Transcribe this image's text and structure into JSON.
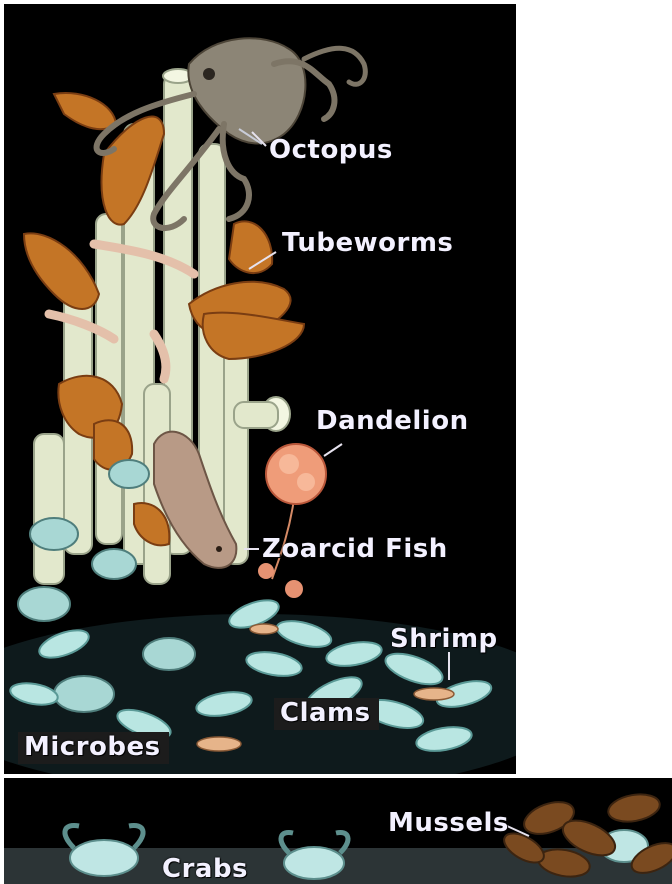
{
  "labels": {
    "octopus": "Octopus",
    "tubeworms": "Tubeworms",
    "dandelion": "Dandelion",
    "zoarcid_fish": "Zoarcid Fish",
    "shrimp": "Shrimp",
    "clams": "Clams",
    "microbes": "Microbes",
    "mussels": "Mussels",
    "crabs": "Crabs"
  },
  "colors": {
    "background": "#000000",
    "tube": "#e4ead0",
    "plume": "#c8782a",
    "clam": "#b9e6e2",
    "octopus": "#8c8576",
    "fish": "#b89a86",
    "dandelion": "#f0a07a",
    "label_text": "#f3f1ff"
  }
}
